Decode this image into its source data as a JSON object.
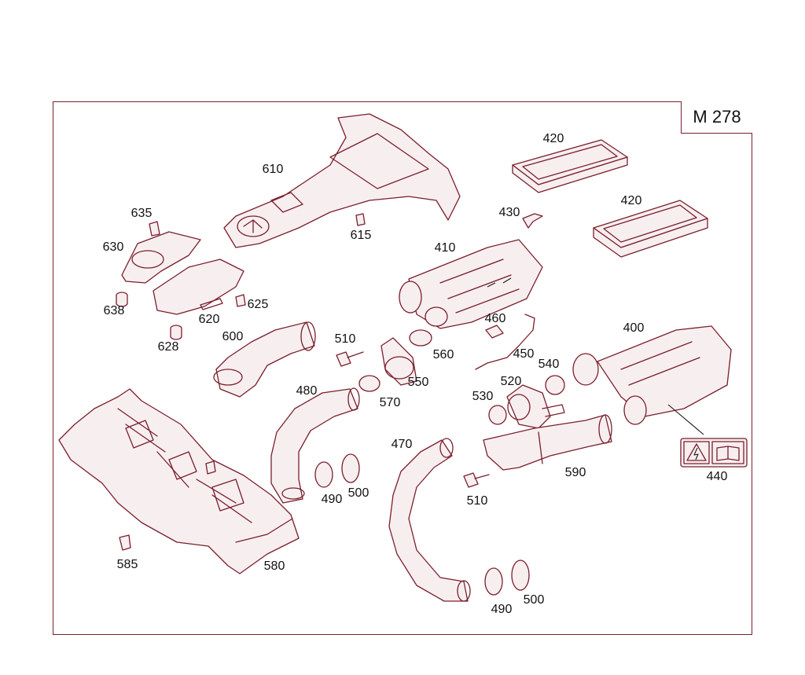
{
  "model_label": "M 278",
  "labels": {
    "l610": "610",
    "l615": "615",
    "l635": "635",
    "l630": "630",
    "l638": "638",
    "l620": "620",
    "l625": "625",
    "l628": "628",
    "l600": "600",
    "l420a": "420",
    "l420b": "420",
    "l430": "430",
    "l410": "410",
    "l460": "460",
    "l450": "450",
    "l400": "400",
    "l510a": "510",
    "l560": "560",
    "l550": "550",
    "l570": "570",
    "l480": "480",
    "l490a": "490",
    "l500a": "500",
    "l470": "470",
    "l540": "540",
    "l520": "520",
    "l530": "530",
    "l590": "590",
    "l510b": "510",
    "l440": "440",
    "l490b": "490",
    "l500b": "500",
    "l585": "585",
    "l580": "580"
  },
  "colors": {
    "line": "#7a1f2b",
    "text": "#111111"
  },
  "icons": [
    "electrical-warning-icon",
    "manual-wrench-icon"
  ]
}
